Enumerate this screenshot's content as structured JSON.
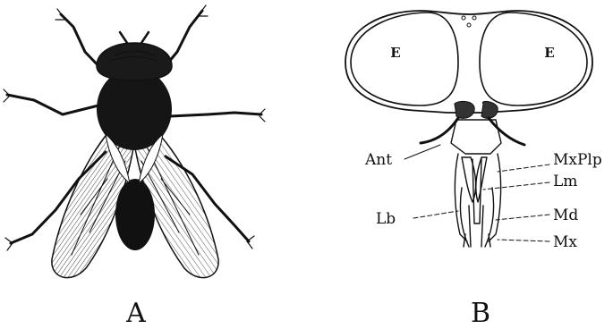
{
  "panels": [
    {
      "letter": "A",
      "subject": "whole fly, dorsal view"
    },
    {
      "letter": "B",
      "subject": "head and mouthparts, frontal view"
    }
  ],
  "eye_labels": [
    "E",
    "E"
  ],
  "callouts": {
    "ant": "Ant",
    "mxplp": "MxPlp",
    "lm": "Lm",
    "lb": "Lb",
    "md": "Md",
    "mx": "Mx"
  },
  "colors": {
    "ink": "#111111",
    "background": "#ffffff"
  }
}
